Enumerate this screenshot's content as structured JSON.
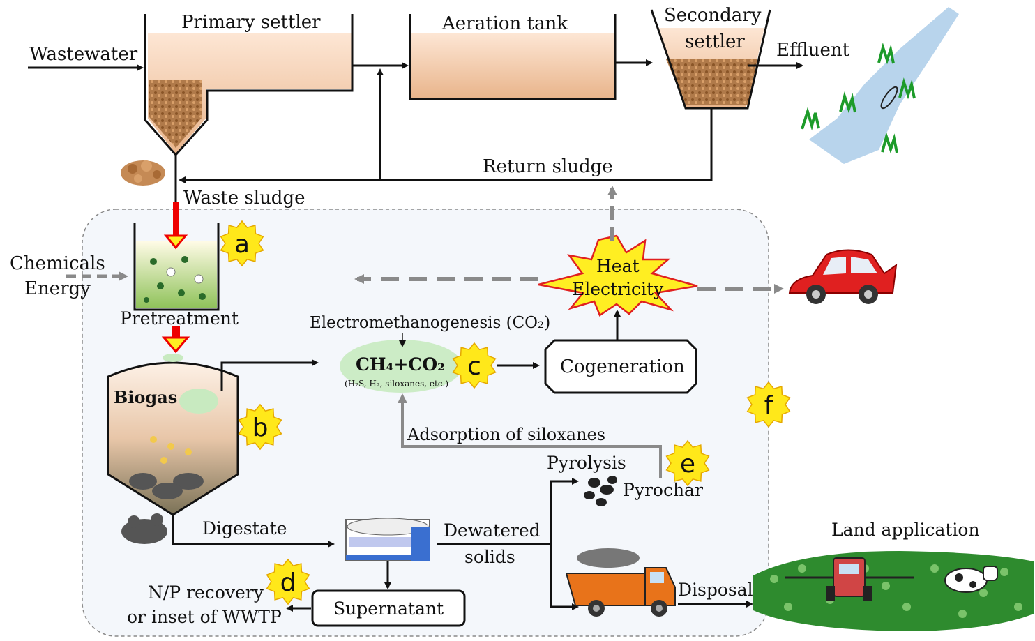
{
  "labels": {
    "wastewater": "Wastewater",
    "primary_settler": "Primary settler",
    "aeration_tank": "Aeration tank",
    "secondary_settler_1": "Secondary",
    "secondary_settler_2": "settler",
    "effluent": "Effluent",
    "return_sludge": "Return sludge",
    "waste_sludge": "Waste sludge",
    "chemicals": "Chemicals",
    "energy": "Energy",
    "pretreatment": "Pretreatment",
    "heat": "Heat",
    "electricity": "Electricity",
    "electromethanogenesis": "Electromethanogenesis (CO₂)",
    "biogas_formula": "CH₄+CO₂",
    "biogas_impurities": "(H₂S, H₂, siloxanes, etc.)",
    "cogeneration": "Cogeneration",
    "biogas": "Biogas",
    "adsorption": "Adsorption of siloxanes",
    "pyrolysis": "Pyrolysis",
    "pyrochar": "Pyrochar",
    "digestate": "Digestate",
    "dewatered_1": "Dewatered",
    "dewatered_2": "solids",
    "land_application": "Land application",
    "np_recovery_1": "N/P recovery",
    "np_recovery_2": "or inset of WWTP",
    "supernatant": "Supernatant",
    "disposal": "Disposal"
  },
  "badges": {
    "a": "a",
    "b": "b",
    "c": "c",
    "d": "d",
    "e": "e",
    "f": "f"
  },
  "colors": {
    "badge_fill": "#ffe81a",
    "badge_stroke": "#e5a800",
    "burst_fill": "#ffee22",
    "burst_stroke": "#e02020",
    "car": "#e02020",
    "truck": "#e8731a",
    "gas_cloud": "#c8eac0",
    "water": "#b8d4ec",
    "field": "#2e8b2e",
    "region_bg": "#f4f7fb"
  }
}
